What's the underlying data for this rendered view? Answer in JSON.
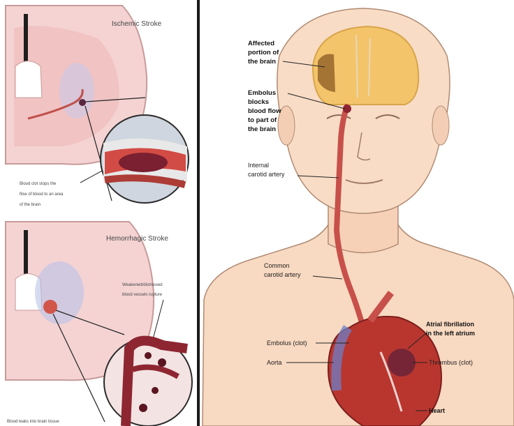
{
  "left_top": {
    "title": "Ischemic Stroke",
    "caption_lines": [
      "Blood clot stops the",
      "flow of blood to an area",
      "of the brain"
    ]
  },
  "left_bottom": {
    "title": "Hemorrhagic Stroke",
    "vessel_lines": [
      "Weakened/distressed",
      "blood vessels rupture"
    ],
    "caption": "Blood leaks into brain tissue"
  },
  "right": {
    "affected_lines": [
      "Affected",
      "portion of",
      "the brain"
    ],
    "embolus_blocks_lines": [
      "Embolus",
      "blocks",
      "blood flow",
      "to part of",
      "the brain"
    ],
    "internal_carotid_lines": [
      "Internal",
      "carotid artery"
    ],
    "common_carotid_lines": [
      "Common",
      "carotid artery"
    ],
    "atrial_lines": [
      "Atrial fibrillation",
      "in the left atrium"
    ],
    "embolus_clot": "Embolus (clot)",
    "aorta": "Aorta",
    "thrombus": "Thrombus (clot)",
    "heart": "Heart"
  },
  "colors": {
    "skin": "#f6d6bd",
    "skin_line": "#b08a72",
    "brain_pink": "#f3c9c9",
    "brain_highlight": "#f3c46a",
    "artery": "#c8504a",
    "heart": "#b9362f"
  }
}
